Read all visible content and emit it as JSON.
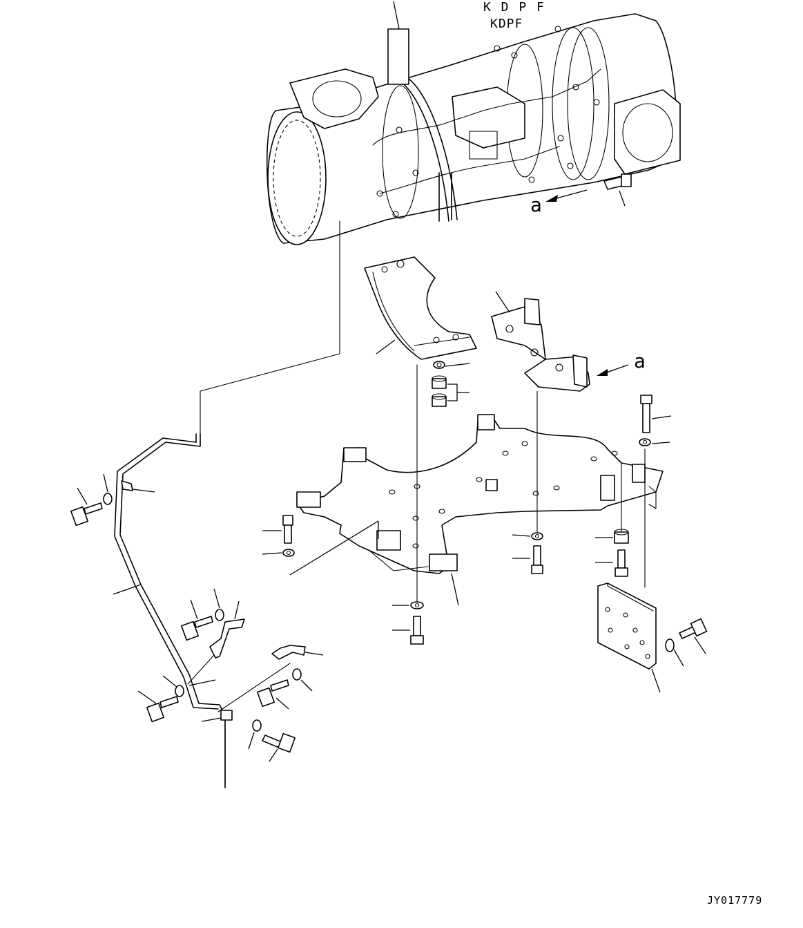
{
  "diagram": {
    "labels": {
      "kdpf_top": "K D P F",
      "kdpf_bottom": "KDPF",
      "arrow_a_upper": "a",
      "arrow_a_lower": "a",
      "drawing_code": "JY017779"
    }
  }
}
